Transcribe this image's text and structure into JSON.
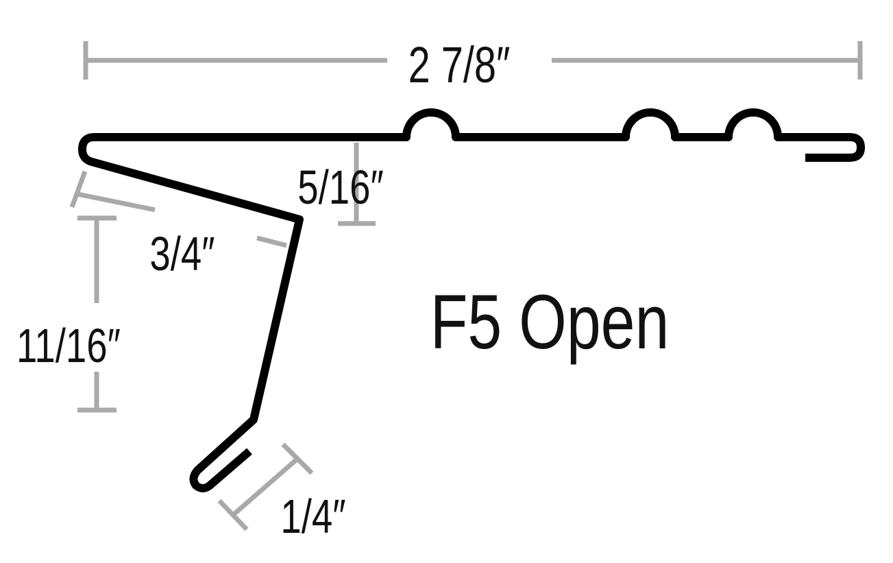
{
  "title": "F5 Open",
  "dimensions": {
    "overall_width": "2 7/8″",
    "drop_height": "5/16″",
    "slope_length": "3/4″",
    "face_height": "11/16″",
    "hem_length": "1/4″"
  },
  "colors": {
    "profile": "#000000",
    "dimension_lines": "#a9a9a9",
    "text": "#111111"
  }
}
